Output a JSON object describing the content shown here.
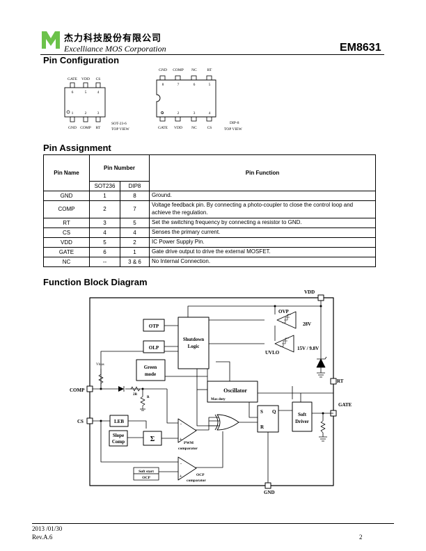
{
  "header": {
    "company_cn": "杰力科技股份有限公司",
    "company_en": "Excelliance MOS Corporation",
    "part_number": "EM8631"
  },
  "pin_config": {
    "title": "Pin Configuration",
    "sot": {
      "top_labels": [
        "GATE",
        "VDD",
        "CS"
      ],
      "top_nums": [
        "6",
        "5",
        "4"
      ],
      "bottom_nums": [
        "1",
        "2",
        "3"
      ],
      "bottom_labels": [
        "GND",
        "COMP",
        "RT"
      ],
      "package": "SOT-23-6",
      "view": "TOP VIEW"
    },
    "dip": {
      "top_labels": [
        "GND",
        "COMP",
        "NC",
        "RT"
      ],
      "top_nums": [
        "8",
        "7",
        "6",
        "5"
      ],
      "bottom_nums": [
        "1",
        "2",
        "3",
        "4"
      ],
      "bottom_labels": [
        "GATE",
        "VDD",
        "NC",
        "CS"
      ],
      "package": "DIP-8",
      "view": "TOP VIEW"
    }
  },
  "pin_assignment": {
    "title": "Pin Assignment",
    "headers": {
      "pin_name": "Pin Name",
      "pin_number": "Pin Number",
      "sot": "SOT236",
      "dip": "DIP8",
      "function": "Pin Function"
    },
    "rows": [
      {
        "name": "GND",
        "sot": "1",
        "dip": "8",
        "func": "Ground."
      },
      {
        "name": "COMP",
        "sot": "2",
        "dip": "7",
        "func": "Voltage feedback pin. By connecting a photo-coupler to close the control loop and achieve the regulation."
      },
      {
        "name": "RT",
        "sot": "3",
        "dip": "5",
        "func": "Set the switching frequency by connecting a resistor to GND."
      },
      {
        "name": "CS",
        "sot": "4",
        "dip": "4",
        "func": "Senses the primary current."
      },
      {
        "name": "VDD",
        "sot": "5",
        "dip": "2",
        "func": "IC Power Supply Pin."
      },
      {
        "name": "GATE",
        "sot": "6",
        "dip": "1",
        "func": "Gate drive output to drive the external MOSFET."
      },
      {
        "name": "NC",
        "sot": "--",
        "dip": "3 & 6",
        "func": "No Internal Connection."
      }
    ]
  },
  "block_diagram": {
    "title": "Function Block Diagram",
    "pins": {
      "vdd": "VDD",
      "comp": "COMP",
      "cs": "CS",
      "rt": "RT",
      "gate": "GATE",
      "gnd": "GND"
    },
    "blocks": {
      "otp": "OTP",
      "olp": "OLP",
      "shutdown_1": "Shutdown",
      "shutdown_2": "Logic",
      "green_1": "Green",
      "green_2": "mode",
      "oscillator": "Oscillator",
      "max_duty": "Max duty",
      "leb": "LEB",
      "slope_1": "Slope",
      "slope_2": "Comp",
      "sigma": "Σ",
      "soft_1": "Soft",
      "soft_2": "Driver",
      "soft_start": "Soft start",
      "ocp_box": "OCP"
    },
    "labels": {
      "ovp": "OVP",
      "uvlo": "UVLO",
      "v28": "28V",
      "v15": "15V / 9.8V",
      "vbias": "Vbias",
      "r2": "2R",
      "r1": "R",
      "pwm_1": "PWM",
      "pwm_2": "comparator",
      "ocp_1": "OCP",
      "ocp_2": "comparator",
      "s": "S",
      "q": "Q",
      "r": "R",
      "plus": "+",
      "minus": "-"
    }
  },
  "footer": {
    "date": "2013 /01/30",
    "rev": "Rev.A.6",
    "page": "2"
  }
}
